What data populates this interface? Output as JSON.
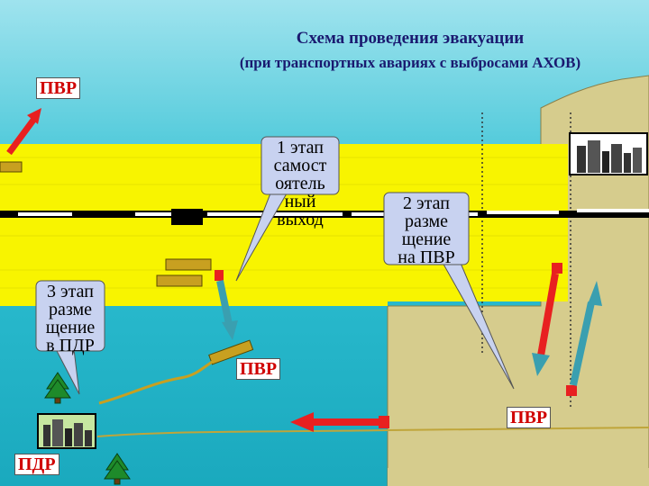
{
  "title": "Схема проведения эвакуации",
  "subtitle": "(при транспортных авариях с выбросами АХОВ)",
  "stages": {
    "stage1": [
      "1 этап",
      "самост",
      "оятель",
      "ный",
      "выход"
    ],
    "stage2": [
      "2 этап",
      "разме",
      "щение",
      "на ПВР"
    ],
    "stage3": [
      "3 этап",
      "разме",
      "щение",
      "в ПДР"
    ]
  },
  "labels": {
    "pvr_top_left": "ПВР",
    "pvr_center": "ПВР",
    "pvr_right": "ПВР",
    "pdr_bottom": "ПДР"
  },
  "colors": {
    "sky": "#1fb5c9",
    "yellow_zone": "#f8f400",
    "hill": "#d4c98a",
    "arrow_red": "#e82020",
    "arrow_teal": "#3a9fb0",
    "label_text": "#d00000"
  }
}
